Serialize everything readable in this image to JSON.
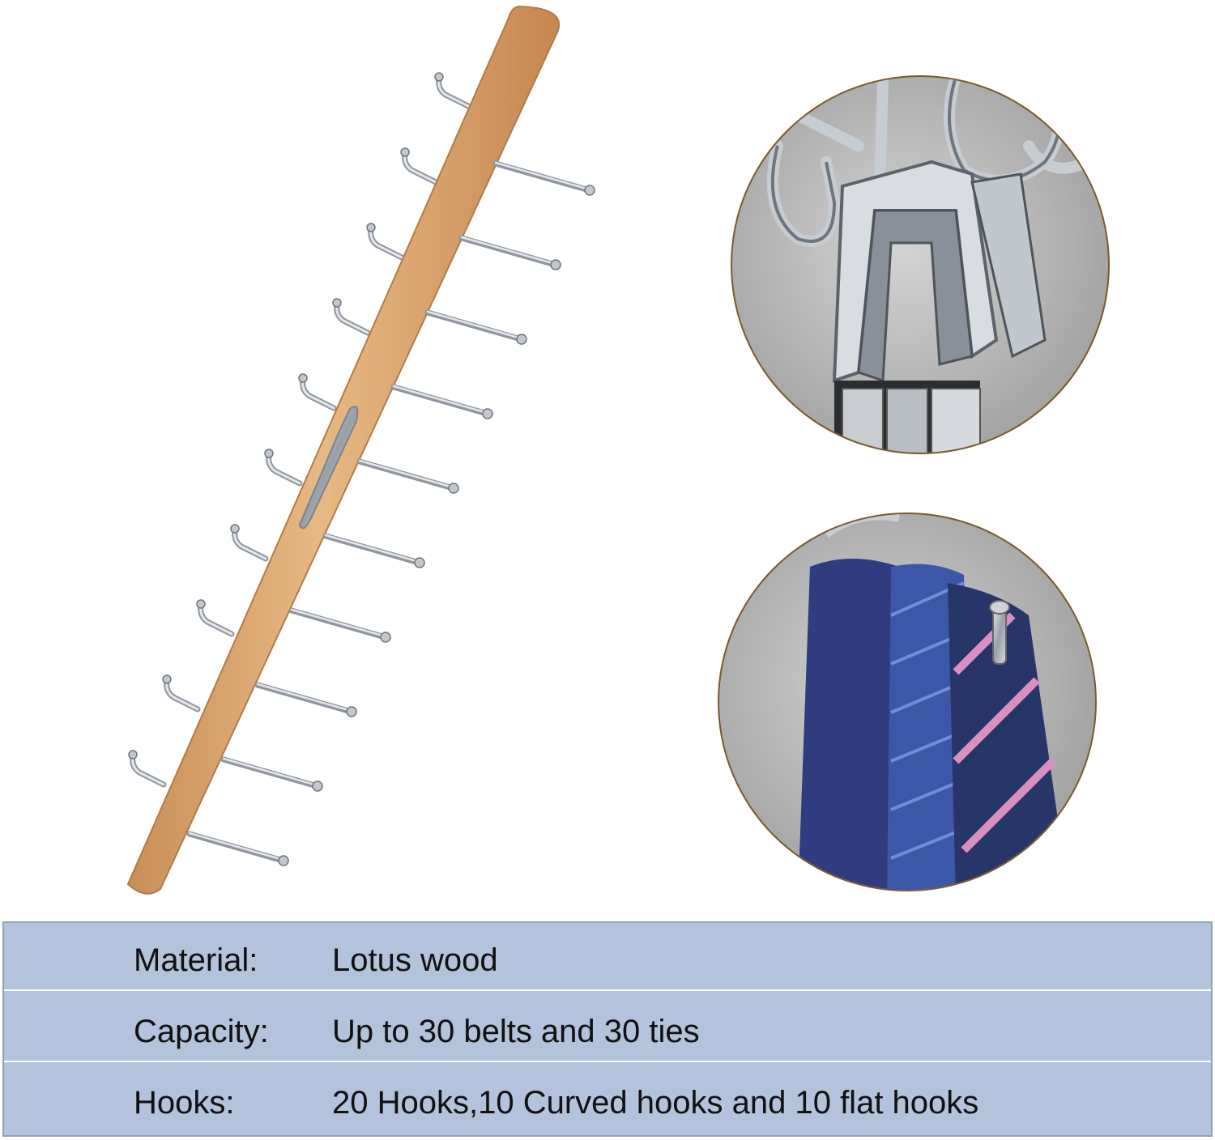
{
  "image": {
    "product": "wooden belt and tie rack with metal hooks",
    "left_panel": "rack-illustration",
    "right_top": "belts-on-hooks-closeup",
    "right_bottom": "ties-on-hook-closeup"
  },
  "colors": {
    "wood": "#d9a06a",
    "metal": "#b8bcc2",
    "table_background": "#b2c3db",
    "table_border": "#8ea2be",
    "circle_border": "#7a5a2a",
    "tie_navy": "#2f3c80",
    "tie_stripe": "#d98fc0"
  },
  "specs": [
    {
      "label": "Material:",
      "value": "Lotus wood"
    },
    {
      "label": "Capacity:",
      "value": "Up to 30 belts and 30 ties"
    },
    {
      "label": "Hooks:",
      "value": "20 Hooks,10 Curved hooks and 10 flat hooks"
    }
  ]
}
